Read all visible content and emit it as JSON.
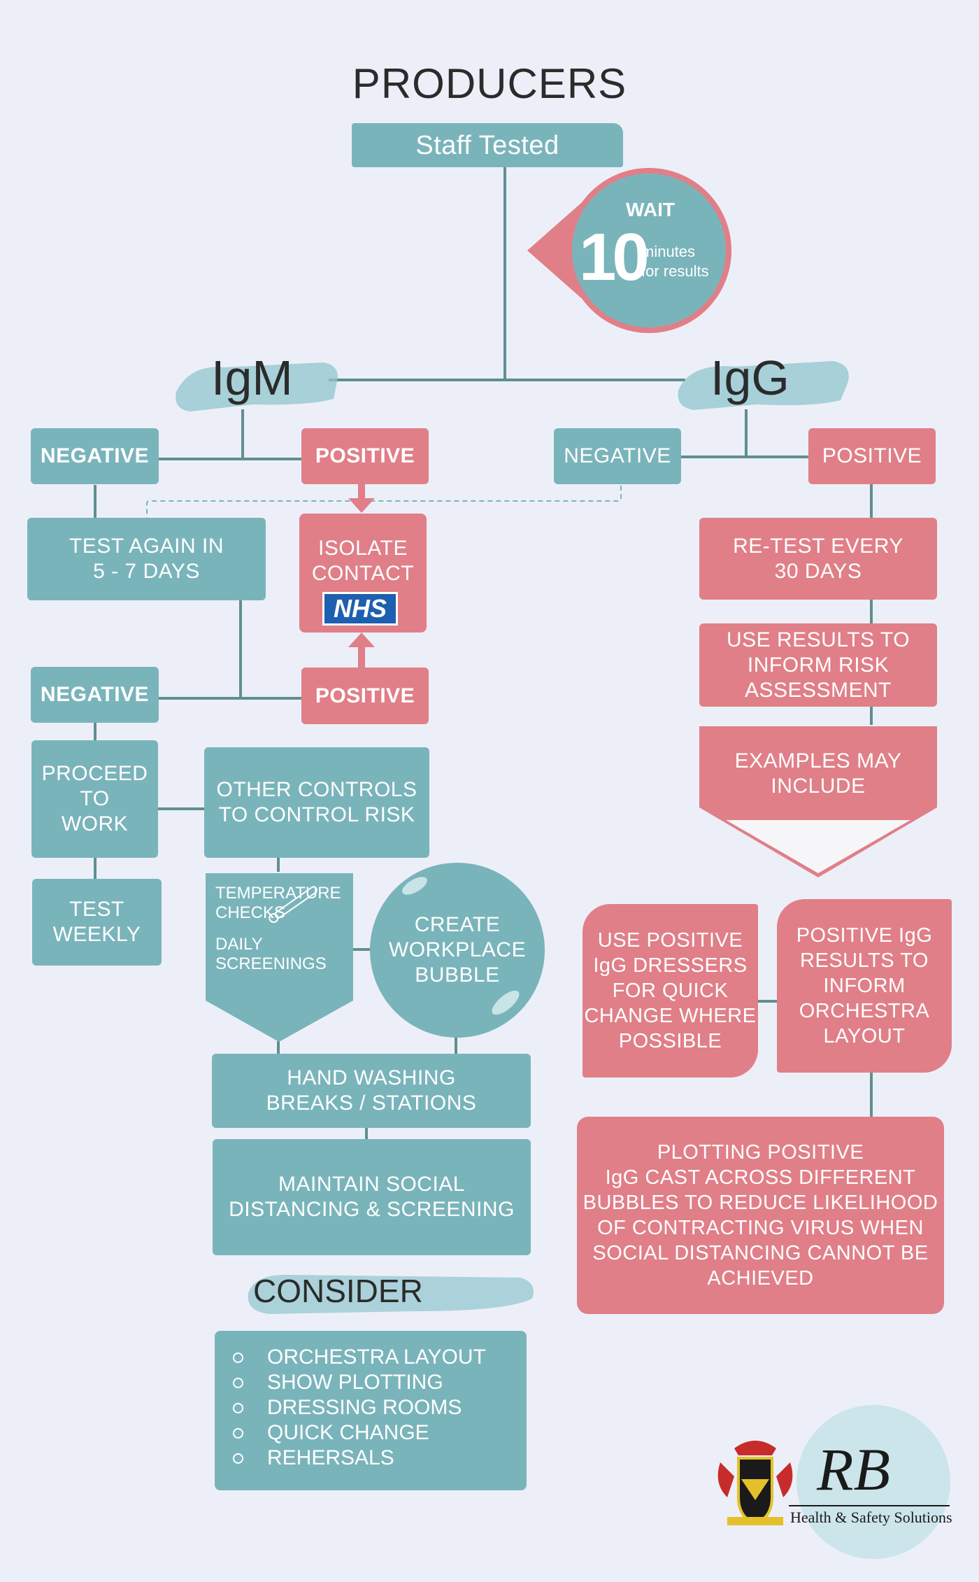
{
  "title": "PRODUCERS",
  "staff_tested": "Staff Tested",
  "wait": {
    "label": "WAIT",
    "number": "10",
    "line1": "minutes",
    "line2": "for results"
  },
  "igm": {
    "title": "IgM",
    "negative": "NEGATIVE",
    "positive": "POSITIVE",
    "test_again": "TEST AGAIN IN\n5 - 7 DAYS",
    "isolate": "ISOLATE\nCONTACT",
    "nhs": "NHS",
    "negative2": "NEGATIVE",
    "positive2": "POSITIVE",
    "proceed": "PROCEED\nTO\nWORK",
    "test_weekly": "TEST\nWEEKLY",
    "other_controls": "OTHER CONTROLS\nTO CONTROL RISK",
    "temperature": "TEMPERATURE\nCHECKS",
    "daily": "DAILY\nSCREENINGS",
    "bubble": "CREATE\nWORKPLACE\nBUBBLE",
    "hand_washing": "HAND WASHING\nBREAKS / STATIONS",
    "social": "MAINTAIN SOCIAL\nDISTANCING & SCREENING"
  },
  "igg": {
    "title": "IgG",
    "negative": "NEGATIVE",
    "positive": "POSITIVE",
    "retest": "RE-TEST EVERY\n30 DAYS",
    "use_results": "USE RESULTS TO\nINFORM RISK\nASSESSMENT",
    "examples": "EXAMPLES MAY\nINCLUDE",
    "dressers": "USE POSITIVE\nIgG DRESSERS\nFOR QUICK\nCHANGE WHERE\nPOSSIBLE",
    "orchestra": "POSITIVE IgG\nRESULTS TO\nINFORM\nORCHESTRA\nLAYOUT",
    "plotting": "PLOTTING POSITIVE\nIgG CAST ACROSS DIFFERENT\nBUBBLES TO REDUCE LIKELIHOOD\nOF CONTRACTING VIRUS WHEN\nSOCIAL DISTANCING CANNOT BE\nACHIEVED"
  },
  "consider": {
    "title": "CONSIDER",
    "items": [
      "ORCHESTRA LAYOUT",
      "SHOW PLOTTING",
      "DRESSING ROOMS",
      "QUICK CHANGE",
      "REHERSALS"
    ]
  },
  "logo": {
    "initials": "RB",
    "tagline": "Health & Safety Solutions"
  },
  "colors": {
    "teal": "#7ab4bb",
    "pink": "#e07f88",
    "line": "#5f8f92",
    "background": "#edeff8"
  }
}
